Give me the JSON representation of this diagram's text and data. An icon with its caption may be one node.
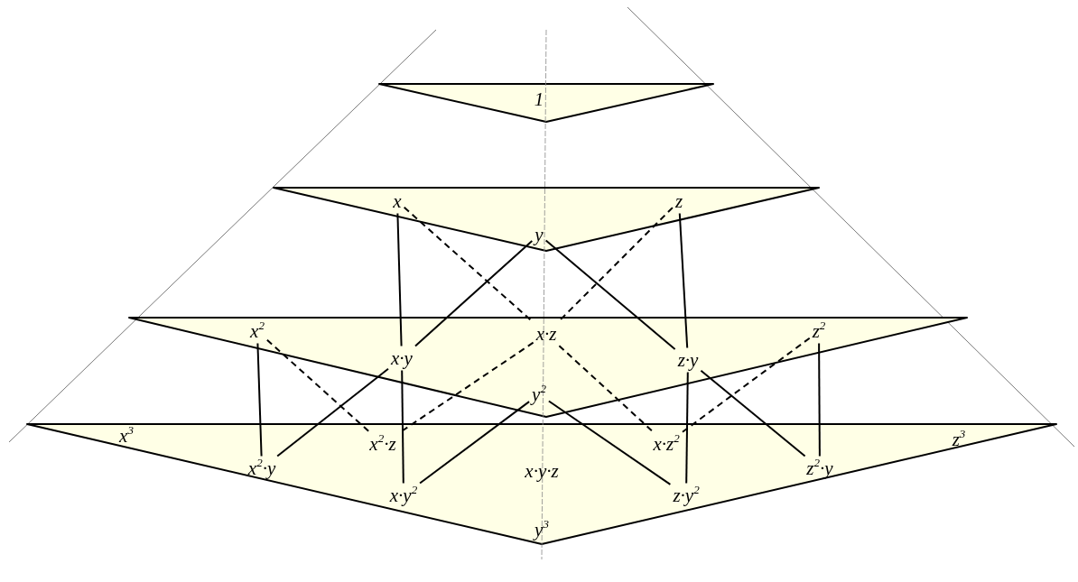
{
  "diagram": {
    "nodes": [
      {
        "text": [],
        "shape": "triangle"
      },
      {
        "text": [
          "1"
        ],
        "in": 0
      },
      {
        "text": [],
        "shape": "triangle"
      },
      {
        "text": [
          "x"
        ],
        "in": 2
      },
      {
        "text": [
          "z"
        ],
        "in": 2
      },
      {
        "text": [
          "y"
        ],
        "in": 2
      },
      {
        "text": [],
        "shape": "triangle"
      },
      {
        "text": [
          "x$^{2}$"
        ],
        "in": 6
      },
      {
        "text": [
          "x·z"
        ],
        "in": 6
      },
      {
        "text": [
          "z$^{2}$"
        ],
        "in": 6
      },
      {
        "text": [
          "x·y"
        ],
        "in": 6
      },
      {
        "text": [
          "z·y"
        ],
        "in": 6
      },
      {
        "text": [
          "y$^{2}$"
        ],
        "in": 6
      },
      {
        "text": [],
        "shape": "triangle"
      },
      {
        "text": [
          "x$^{3}$"
        ],
        "in": 13
      },
      {
        "text": [
          "x$^{2}$·z"
        ],
        "in": 13
      },
      {
        "text": [
          "x·z$^{2}$"
        ],
        "in": 13
      },
      {
        "text": [
          "z$^{3}$"
        ],
        "in": 13
      },
      {
        "text": [
          "x$^{2}$·y"
        ],
        "in": 13
      },
      {
        "text": [
          "x·y·z"
        ],
        "in": 13
      },
      {
        "text": [
          "z$^{2}$·y"
        ],
        "in": 13
      },
      {
        "text": [
          "x·y$^{2}$"
        ],
        "in": 13
      },
      {
        "text": [
          "z·y$^{2}$"
        ],
        "in": 13
      },
      {
        "text": [
          "y$^{3}$"
        ],
        "in": 13
      }
    ],
    "edges": [
      {
        "from": 3,
        "to": 10,
        "arrow": "none"
      },
      {
        "from": 3,
        "to": 8,
        "arrow": "none",
        "style": "dashed"
      },
      {
        "from": 5,
        "to": 10,
        "arrow": "none"
      },
      {
        "from": 5,
        "to": 11,
        "arrow": "none"
      },
      {
        "from": 4,
        "to": 8,
        "arrow": "none",
        "style": "dashed"
      },
      {
        "from": 4,
        "to": 11,
        "arrow": "none"
      },
      {
        "from": 7,
        "to": 18,
        "arrow": "none"
      },
      {
        "from": 7,
        "to": 15,
        "arrow": "none",
        "style": "dashed"
      },
      {
        "from": 10,
        "to": 18,
        "arrow": "none"
      },
      {
        "from": 10,
        "to": 21,
        "arrow": "none"
      },
      {
        "from": 8,
        "to": 15,
        "arrow": "none",
        "style": "dashed"
      },
      {
        "from": 12,
        "to": 21,
        "arrow": "none"
      },
      {
        "from": 12,
        "to": 22,
        "arrow": "none"
      },
      {
        "from": 8,
        "to": 16,
        "arrow": "none",
        "style": "dashed"
      },
      {
        "from": 11,
        "to": 22,
        "arrow": "none"
      },
      {
        "from": 9,
        "to": 16,
        "arrow": "none",
        "style": "dashed"
      },
      {
        "from": 11,
        "to": 20,
        "arrow": "none"
      },
      {
        "from": 9,
        "to": 20,
        "arrow": "none"
      }
    ]
  }
}
